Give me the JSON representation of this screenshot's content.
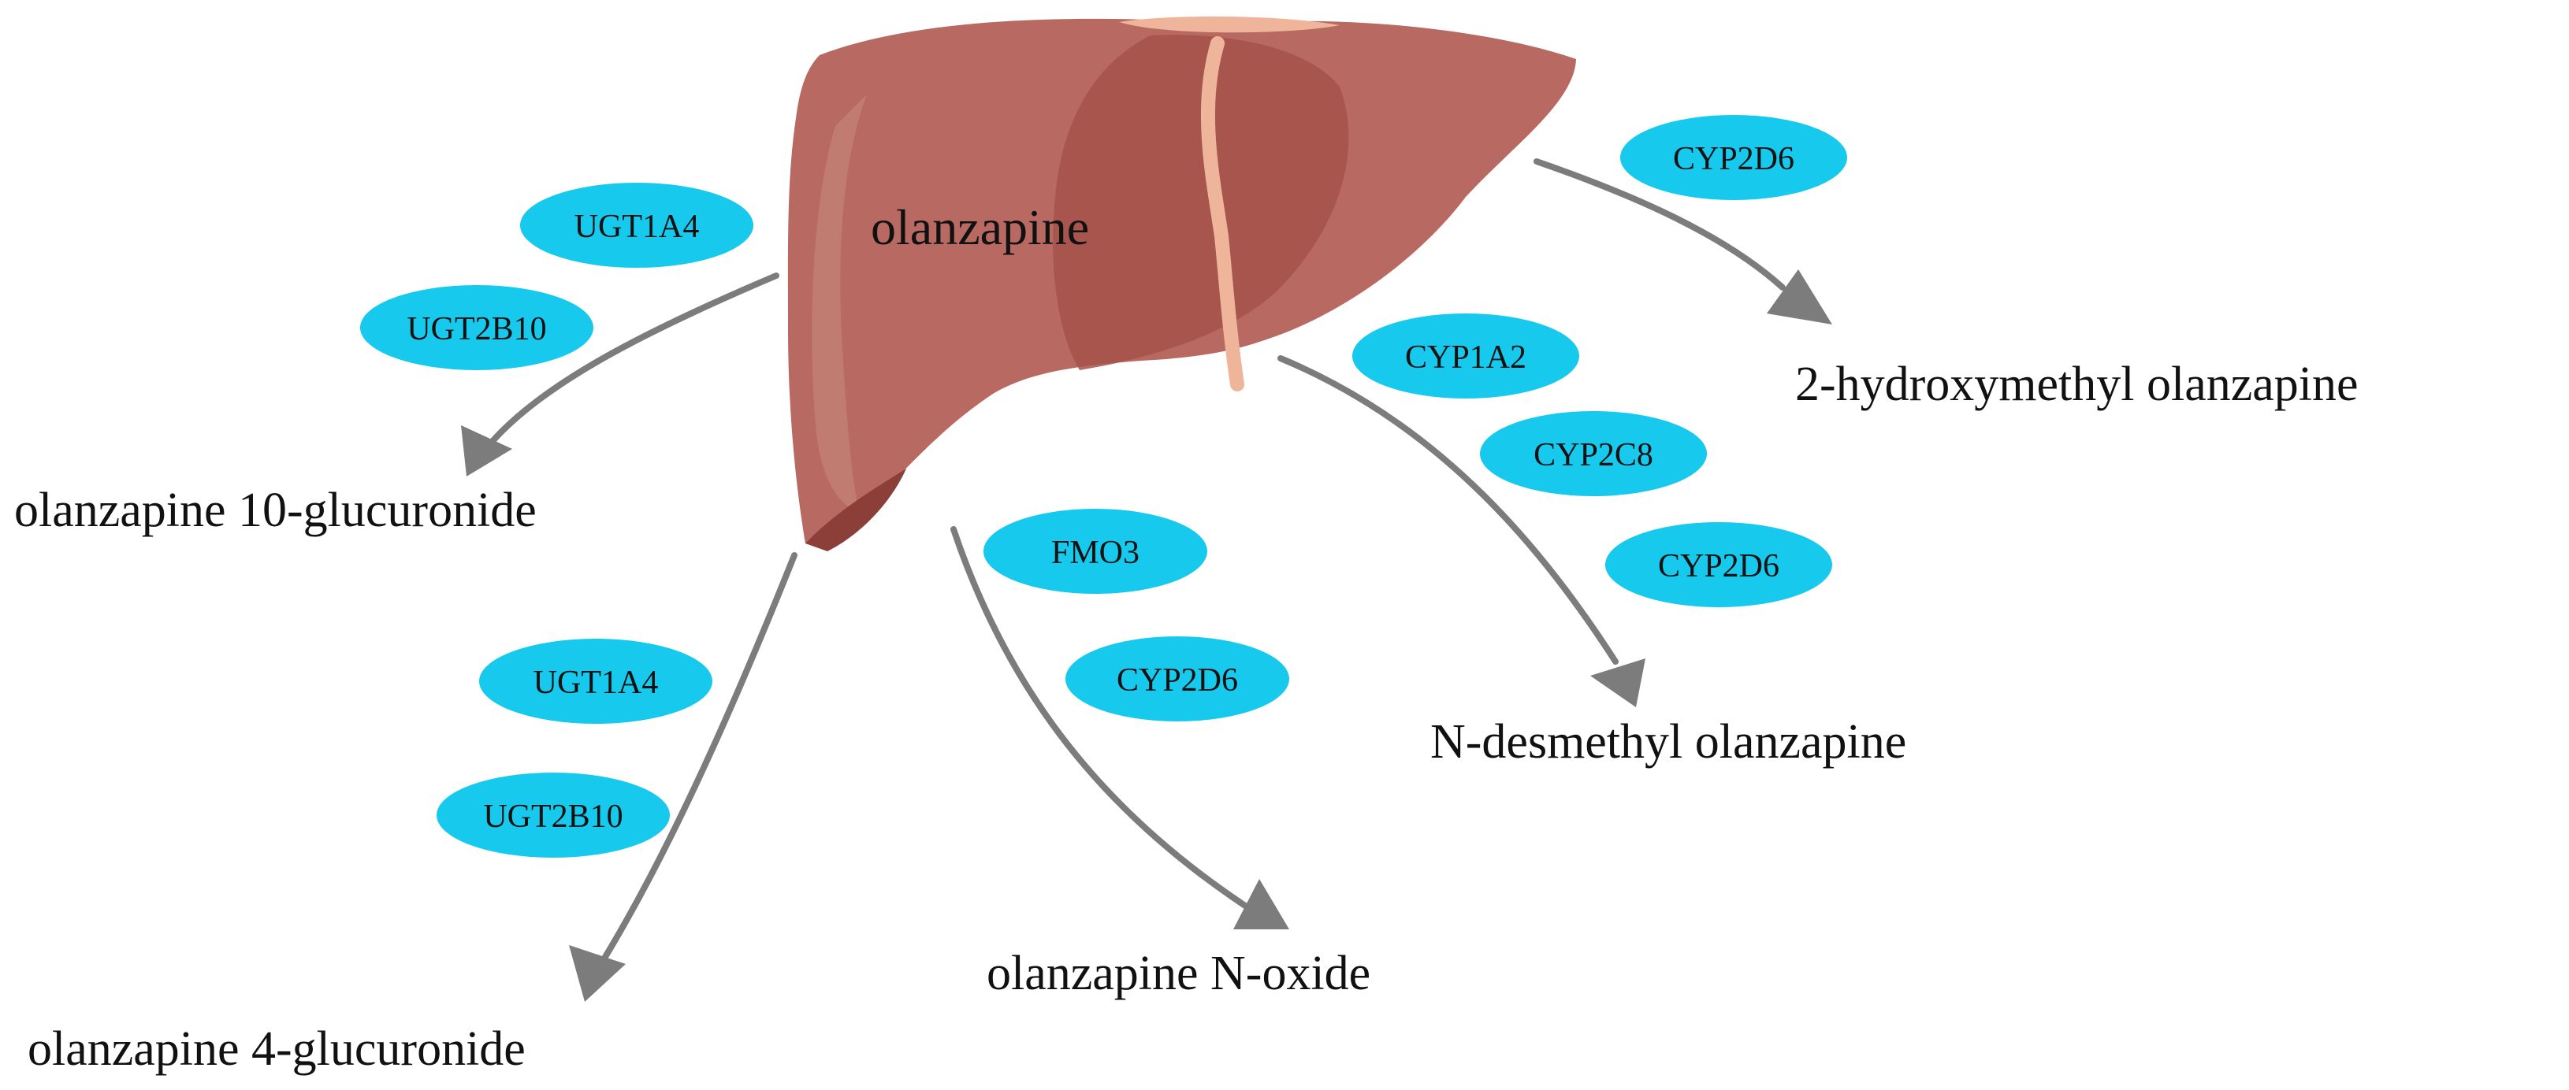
{
  "drug": "olanzapine",
  "colors": {
    "enzyme": "#17c9ec",
    "arrow": "#7c7c7c",
    "liver": "#b86a62"
  },
  "pathways": [
    {
      "id": "10-glucuronide",
      "product": "olanzapine 10-glucuronide",
      "enzymes": [
        "UGT1A4",
        "UGT2B10"
      ]
    },
    {
      "id": "4-glucuronide",
      "product": "olanzapine 4-glucuronide",
      "enzymes": [
        "UGT1A4",
        "UGT2B10"
      ]
    },
    {
      "id": "n-oxide",
      "product": "olanzapine N-oxide",
      "enzymes": [
        "FMO3",
        "CYP2D6"
      ]
    },
    {
      "id": "n-desmethyl",
      "product": "N-desmethyl olanzapine",
      "enzymes": [
        "CYP1A2",
        "CYP2C8",
        "CYP2D6"
      ]
    },
    {
      "id": "2-hydroxymethyl",
      "product": "2-hydroxymethyl olanzapine",
      "enzymes": [
        "CYP2D6"
      ]
    }
  ]
}
